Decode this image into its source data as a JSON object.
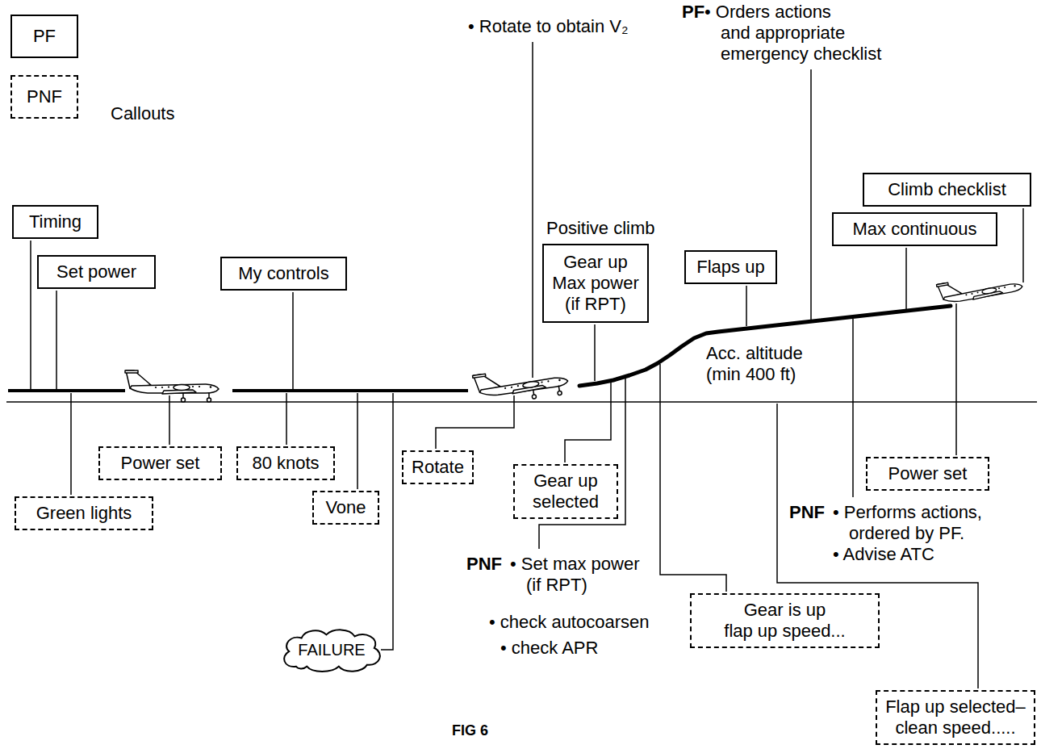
{
  "diagram": {
    "caption": "FIG 6",
    "nodes": [
      {
        "text": [
          "Timing"
        ]
      },
      {
        "text": [
          "Set power"
        ]
      },
      {
        "text": [
          "Green lights"
        ]
      },
      {
        "text": [
          "Power set"
        ]
      },
      {
        "text": [
          "My controls"
        ]
      },
      {
        "text": [
          "80 knots"
        ]
      },
      {
        "text": [
          "Vone"
        ]
      },
      {
        "text": [
          "FAILURE"
        ]
      },
      {
        "text": [
          "Rotate"
        ]
      },
      {
        "text": [
          "Gear up Max power (if RPT)"
        ]
      },
      {
        "text": [
          "Gear up selected"
        ]
      },
      {
        "text": [
          "Gear is up flap up speed..."
        ]
      },
      {
        "text": [
          "Flaps up"
        ]
      },
      {
        "text": [
          "Flap up selected– clean speed....."
        ]
      },
      {
        "text": [
          "Max continuous"
        ]
      },
      {
        "text": [
          "Power set"
        ]
      },
      {
        "text": [
          "Climb checklist"
        ]
      }
    ],
    "labels": [
      "• Rotate to obtain V₂",
      "PF",
      "• Orders actions and appropriate emergency checklist",
      "Callouts",
      "Positive climb",
      "Acc. altitude (min 400 ft)",
      "PNF",
      "• Set max power (if RPT)",
      "• check autocoarsen",
      "• check APR",
      "PNF",
      "• Performs actions, ordered by PF.",
      "• Advise ATC"
    ],
    "legend": [
      {
        "text": "PF"
      },
      {
        "text": "PNF"
      }
    ]
  }
}
